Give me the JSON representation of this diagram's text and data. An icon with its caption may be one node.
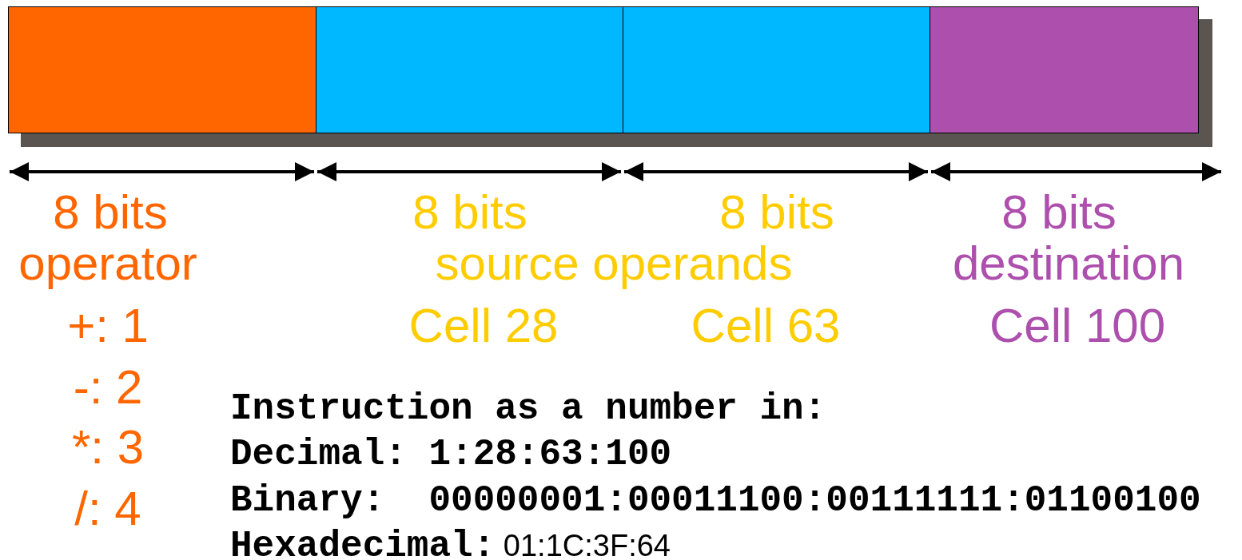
{
  "diagram": {
    "nodes": [
      {
        "text": [],
        "shape": "box"
      },
      {
        "text": [],
        "shape": "box"
      },
      {
        "text": [],
        "shape": "box"
      },
      {
        "text": [],
        "shape": "box"
      }
    ],
    "edges": [],
    "labels": [
      "8 bits",
      "8 bits",
      "8 bits",
      "8 bits",
      "operator",
      "source operands",
      "destination",
      "+: 1",
      "Cell 28",
      "Cell 63",
      "Cell 100",
      "-: 2",
      "Instruction as a number in:",
      "*: 3",
      "Decimal: 1:28:63:100",
      "/: 4",
      "Binary:  00000001:00011100:00111111:01100100",
      "**Hexadecimal:** 01:1C:3F:64"
    ]
  }
}
